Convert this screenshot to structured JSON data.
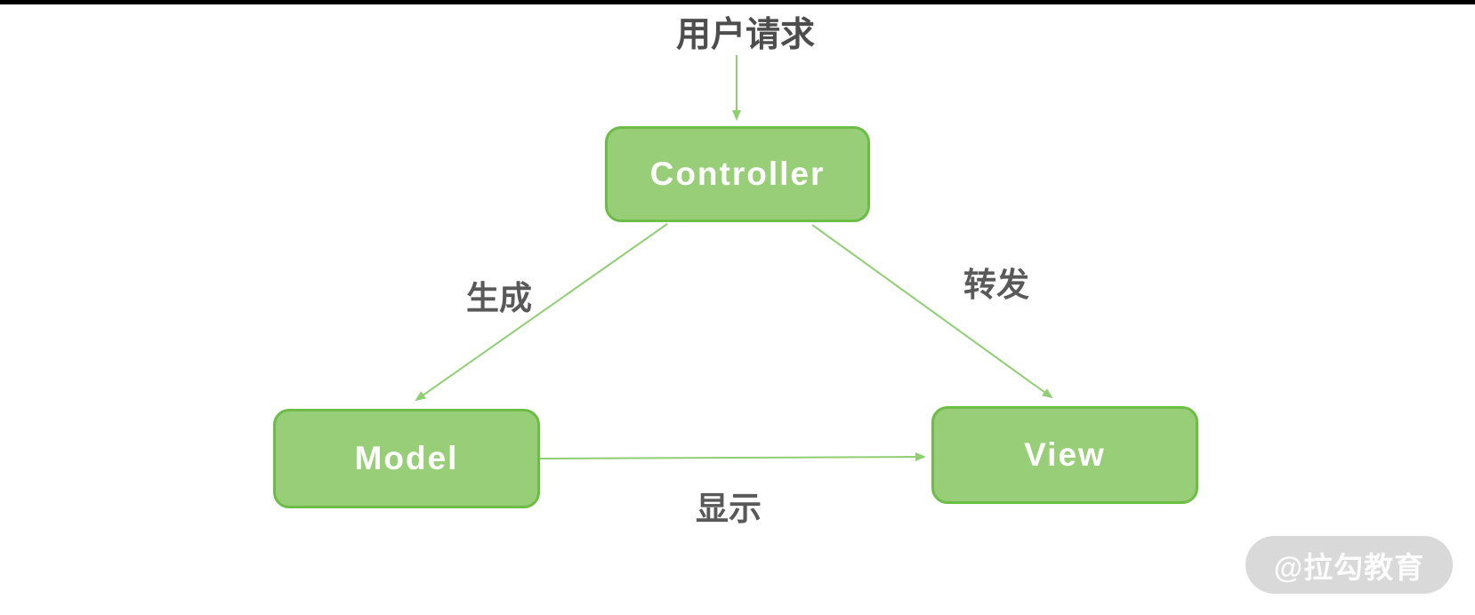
{
  "diagram": {
    "top_label": "用户请求",
    "nodes": [
      {
        "id": "controller",
        "label": "Controller"
      },
      {
        "id": "model",
        "label": "Model"
      },
      {
        "id": "view",
        "label": "View"
      }
    ],
    "edges": [
      {
        "from": "user",
        "to": "controller",
        "label": ""
      },
      {
        "from": "controller",
        "to": "model",
        "label": "生成"
      },
      {
        "from": "controller",
        "to": "view",
        "label": "转发"
      },
      {
        "from": "model",
        "to": "view",
        "label": "显示"
      }
    ],
    "edge_labels": {
      "controller_to_model": "生成",
      "controller_to_view": "转发",
      "model_to_view": "显示"
    },
    "colors": {
      "node_fill": "#98ce78",
      "node_border": "#6cbd45",
      "node_text": "#ffffff",
      "arrow": "#8fce73",
      "label_text": "#595959",
      "top_bar": "#000000"
    }
  },
  "watermark": {
    "text": "@拉勾教育"
  }
}
